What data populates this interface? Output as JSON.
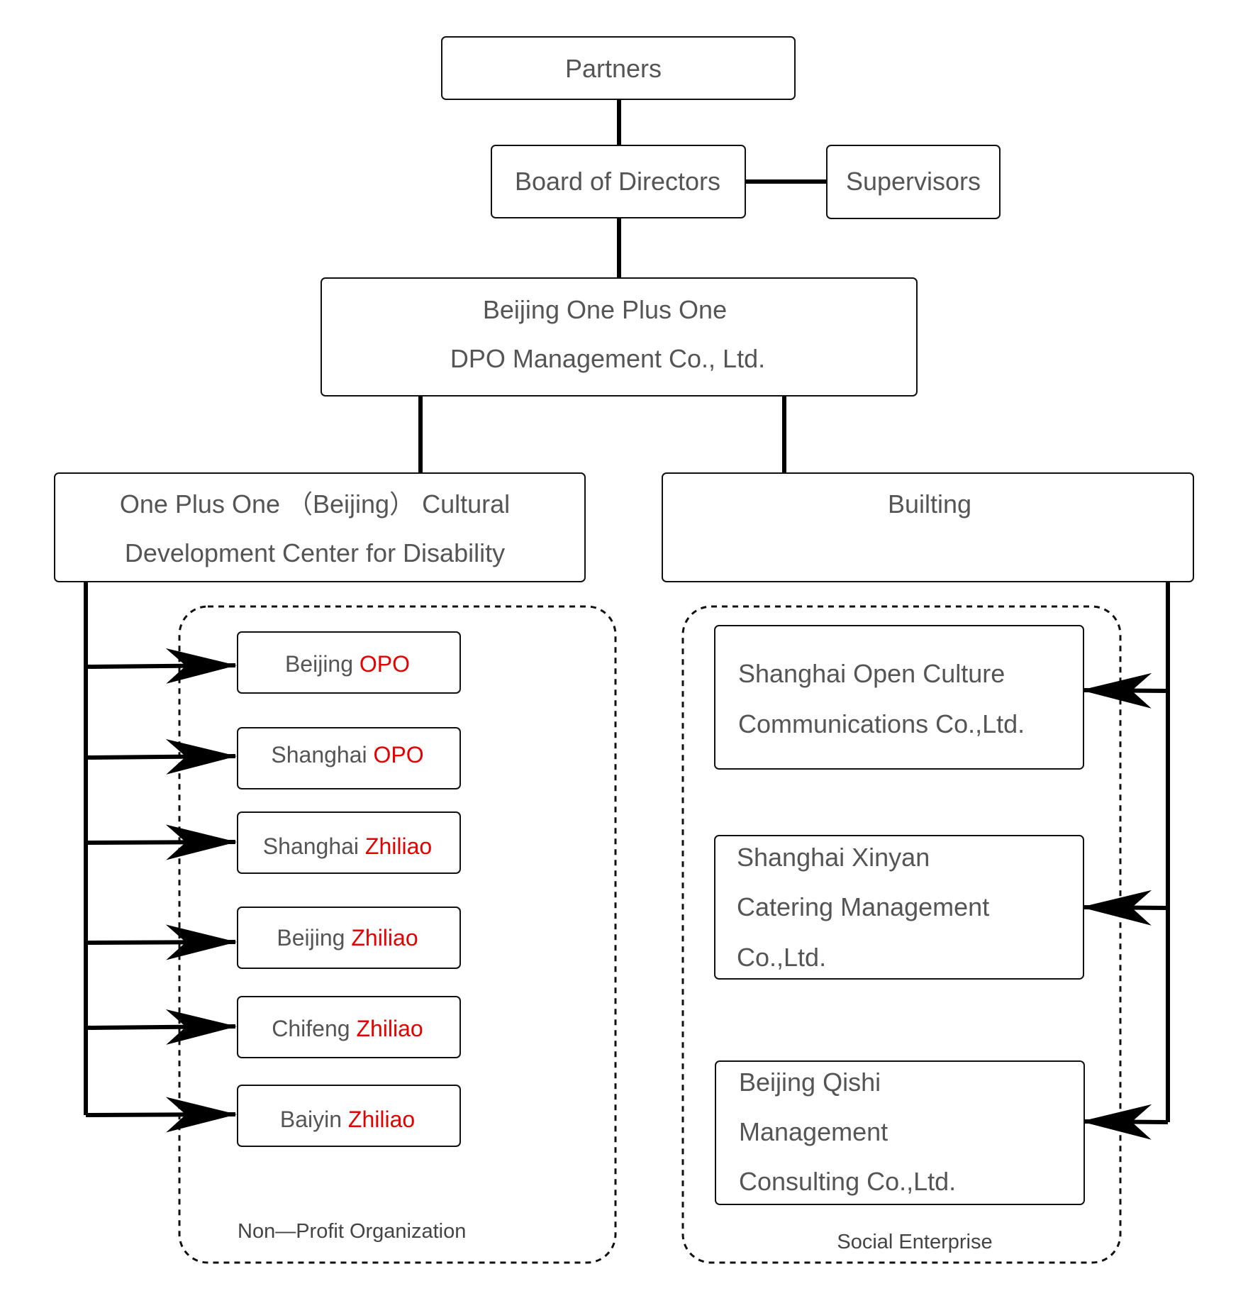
{
  "title": "",
  "nodes": {
    "partners": {
      "label": "Partners"
    },
    "board": {
      "label": "Board of Directors"
    },
    "supervisors": {
      "label": "Supervisors"
    },
    "dpo": {
      "line1": "Beijing One Plus One",
      "line2": "DPO Management Co., Ltd."
    },
    "cultural_center": {
      "line1": "One Plus One （Beijing） Cultural",
      "line2": "Development Center for Disability"
    },
    "builting": {
      "label": "Builting"
    }
  },
  "non_profit": {
    "label": "Non—Profit Organization",
    "items": [
      {
        "city": "Beijing ",
        "name": "OPO"
      },
      {
        "city": "Shanghai ",
        "name": "OPO"
      },
      {
        "city": "Shanghai ",
        "name": "Zhiliao"
      },
      {
        "city": "Beijing ",
        "name": "Zhiliao"
      },
      {
        "city": "Chifeng ",
        "name": "Zhiliao"
      },
      {
        "city": "Baiyin ",
        "name": "Zhiliao"
      }
    ]
  },
  "social_enterprise": {
    "label": "Social Enterprise",
    "items": [
      {
        "lines": [
          "Shanghai Open Culture",
          "Communications Co.,Ltd."
        ]
      },
      {
        "lines": [
          "Shanghai Xinyan",
          "Catering Management",
          "Co.,Ltd."
        ]
      },
      {
        "lines": [
          "Beijing Qishi",
          "Management",
          "Consulting Co.,Ltd."
        ]
      }
    ]
  },
  "colors": {
    "highlight": "#e60000",
    "text": "#555555",
    "line": "#000000"
  }
}
